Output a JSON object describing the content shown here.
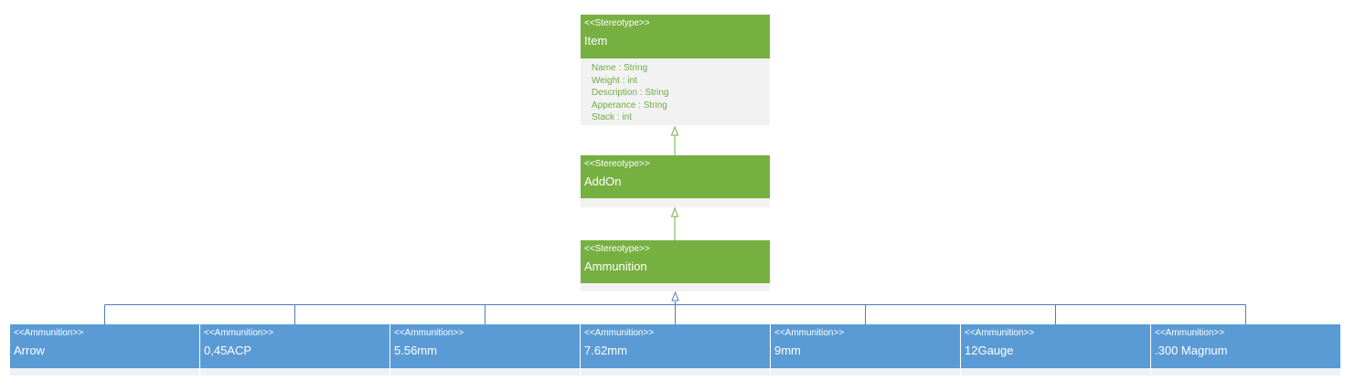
{
  "parents": [
    {
      "stereotype": "<<Stereotype>>",
      "name": "Item",
      "attributes": [
        "Name : String",
        "Weight : int",
        "Description : String",
        "Apperance : String",
        "Stack : int"
      ]
    },
    {
      "stereotype": "<<Stereotype>>",
      "name": "AddOn"
    },
    {
      "stereotype": "<<Stereotype>>",
      "name": "Ammunition"
    }
  ],
  "children": [
    {
      "stereotype": "<<Ammunition>>",
      "name": "Arrow"
    },
    {
      "stereotype": "<<Ammunition>>",
      "name": "0,45ACP"
    },
    {
      "stereotype": "<<Ammunition>>",
      "name": "5.56mm"
    },
    {
      "stereotype": "<<Ammunition>>",
      "name": "7.62mm"
    },
    {
      "stereotype": "<<Ammunition>>",
      "name": "9mm"
    },
    {
      "stereotype": "<<Ammunition>>",
      "name": "12Gauge"
    },
    {
      "stereotype": "<<Ammunition>>",
      "name": ".300 Magnum"
    }
  ],
  "colors": {
    "stereotype_header": "#76b041",
    "ammunition_header": "#5b9bd5",
    "attribute_text": "#70ad47",
    "green_connector": "#70ad47",
    "blue_connector": "#4a7ebb",
    "body_fill": "#f2f2f2"
  }
}
